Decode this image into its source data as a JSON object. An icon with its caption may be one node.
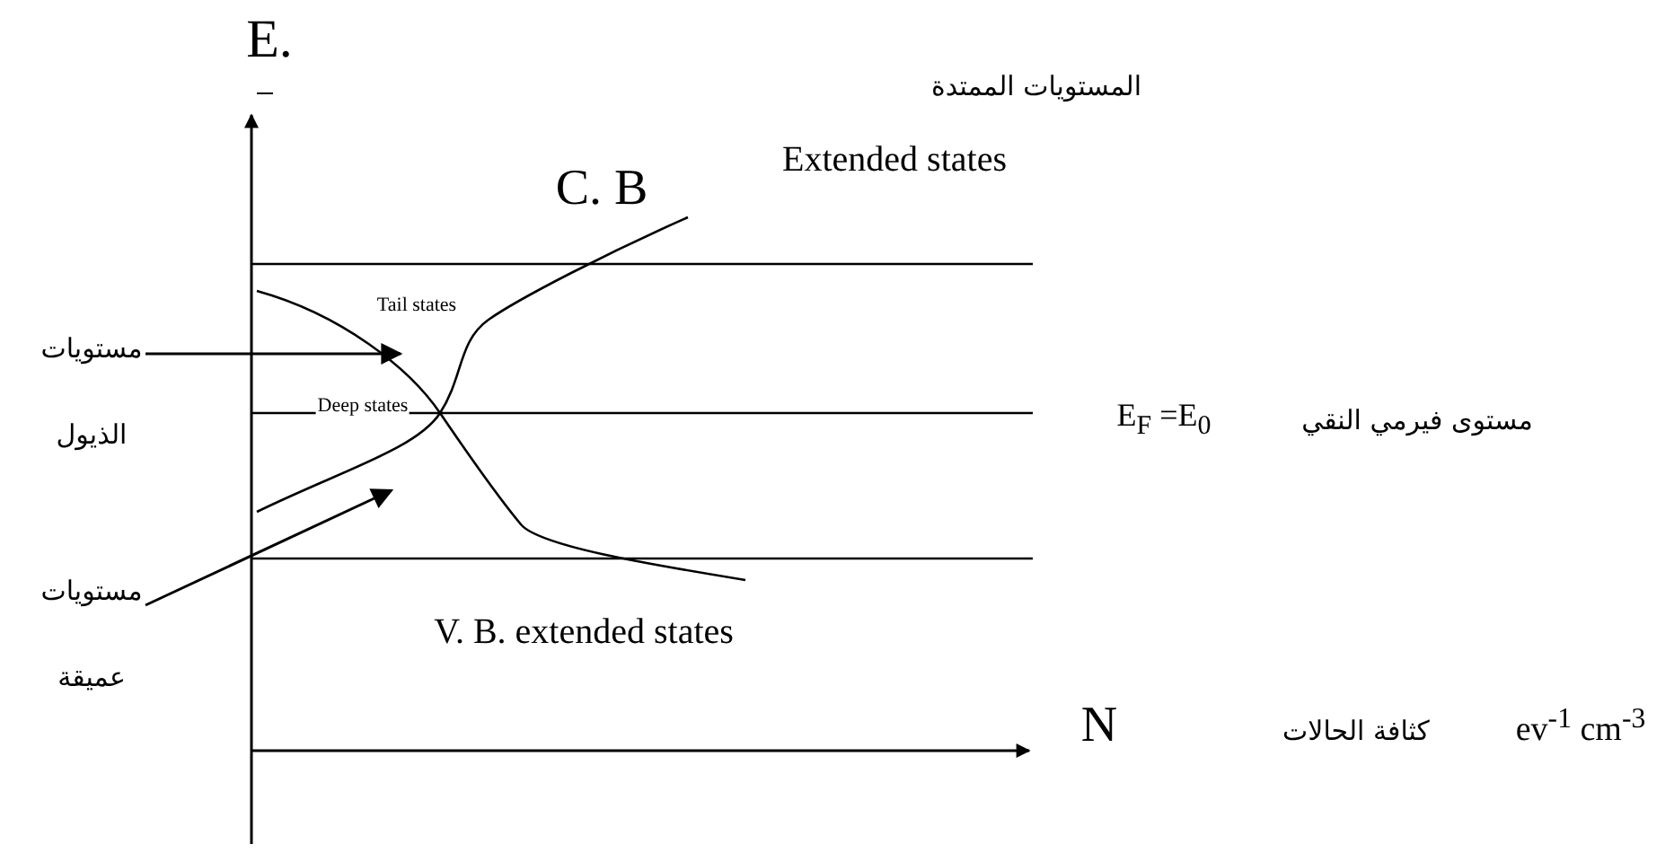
{
  "diagram": {
    "nodes": [
      {
        "text": [
          "مستويات الذيول"
        ]
      },
      {
        "text": [
          "مستويات عميقة"
        ]
      }
    ],
    "edges": [
      {
        "from": 0,
        "to": null,
        "arrow": "to"
      },
      {
        "from": 1,
        "to": null,
        "arrow": "to"
      }
    ],
    "labels": [
      "E.",
      "المستويات الممتدة",
      "C. B",
      "Extended states",
      "Tail states",
      "Deep states",
      "E$_{F}$ =E$_{0}$",
      "مستوى فيرمي النقي",
      "V. B. extended states",
      "N",
      "كثافة الحالات",
      "ev$^{-1}$ cm$^{-3}$"
    ]
  }
}
